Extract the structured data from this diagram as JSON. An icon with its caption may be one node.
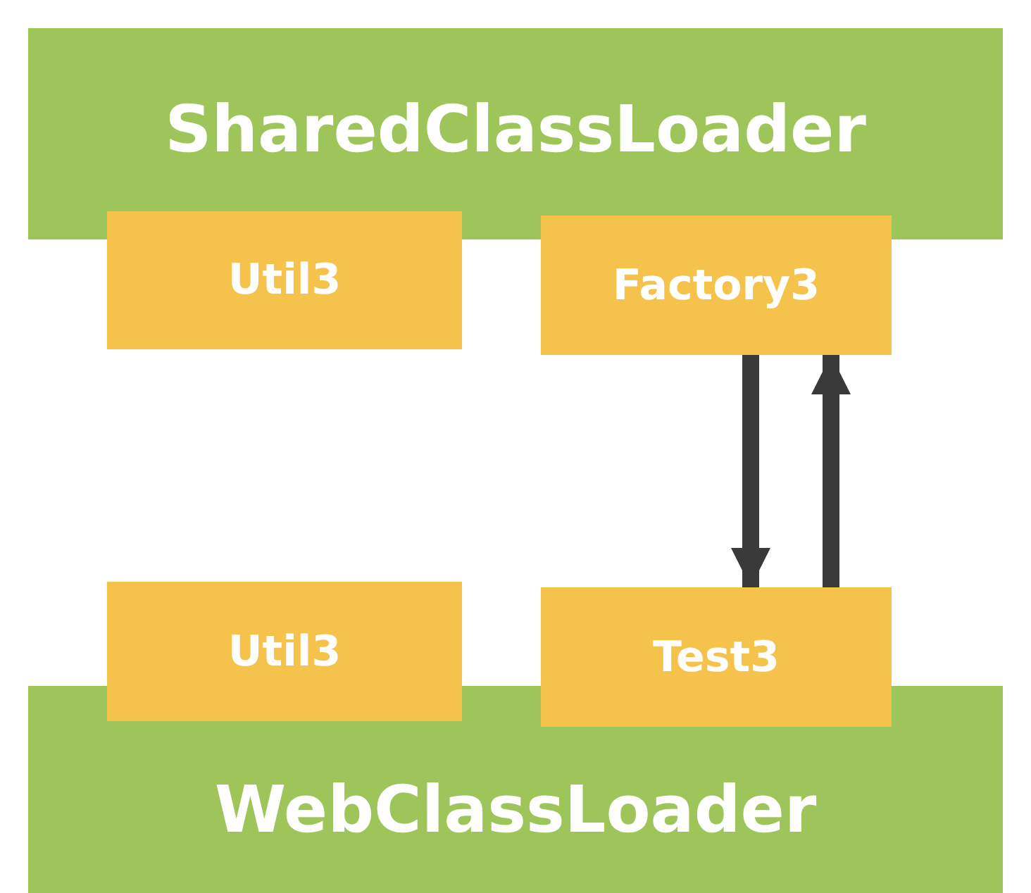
{
  "diagram": {
    "nodes": [
      {
        "text": [
          "SharedClassLoader"
        ]
      },
      {
        "text": [
          "Util3"
        ]
      },
      {
        "text": [
          "Factory3"
        ]
      },
      {
        "text": [
          "Util3"
        ]
      },
      {
        "text": [
          "Test3"
        ]
      },
      {
        "text": [
          "WebClassLoader"
        ]
      }
    ],
    "edges": [
      {
        "from": 2,
        "to": 4,
        "arrow": "to"
      },
      {
        "from": 4,
        "to": 2,
        "arrow": "to"
      }
    ]
  }
}
